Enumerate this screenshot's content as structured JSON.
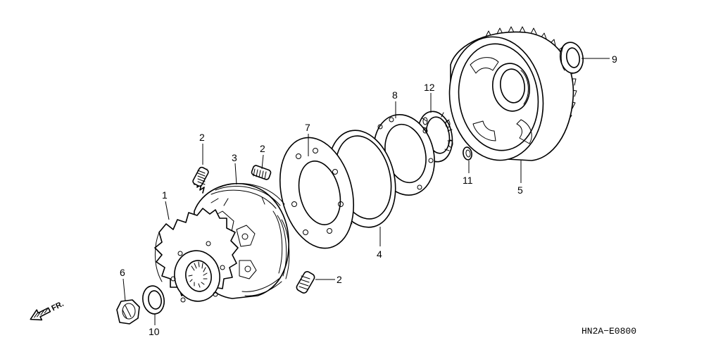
{
  "diagram": {
    "callouts": {
      "c1": "1",
      "c2a": "2",
      "c2b": "2",
      "c2c": "2",
      "c3": "3",
      "c4": "4",
      "c5": "5",
      "c6": "6",
      "c7": "7",
      "c8": "8",
      "c9": "9",
      "c10": "10",
      "c11": "11",
      "c12": "12"
    },
    "direction_label": "FR.",
    "diagram_code": "HN2A−E0800",
    "colors": {
      "ink": "#000000",
      "background": "#ffffff"
    }
  }
}
